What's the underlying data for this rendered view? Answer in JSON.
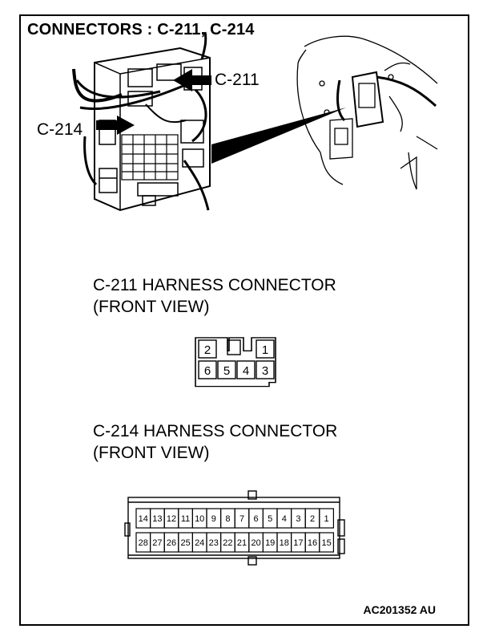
{
  "title": "CONNECTORS : C-211, C-214",
  "callouts": {
    "c211": "C-211",
    "c214": "C-214"
  },
  "sections": {
    "c211": {
      "line1": "C-211 HARNESS CONNECTOR",
      "line2": "(FRONT VIEW)"
    },
    "c214": {
      "line1": "C-214 HARNESS CONNECTOR",
      "line2": "(FRONT VIEW)"
    }
  },
  "c211_pins": {
    "top": [
      "2",
      "1"
    ],
    "bottom": [
      "6",
      "5",
      "4",
      "3"
    ]
  },
  "c214_pins": {
    "top": [
      "14",
      "13",
      "12",
      "11",
      "10",
      "9",
      "8",
      "7",
      "6",
      "5",
      "4",
      "3",
      "2",
      "1"
    ],
    "bottom": [
      "28",
      "27",
      "26",
      "25",
      "24",
      "23",
      "22",
      "21",
      "20",
      "19",
      "18",
      "17",
      "16",
      "15"
    ]
  },
  "code": "AC201352 AU"
}
